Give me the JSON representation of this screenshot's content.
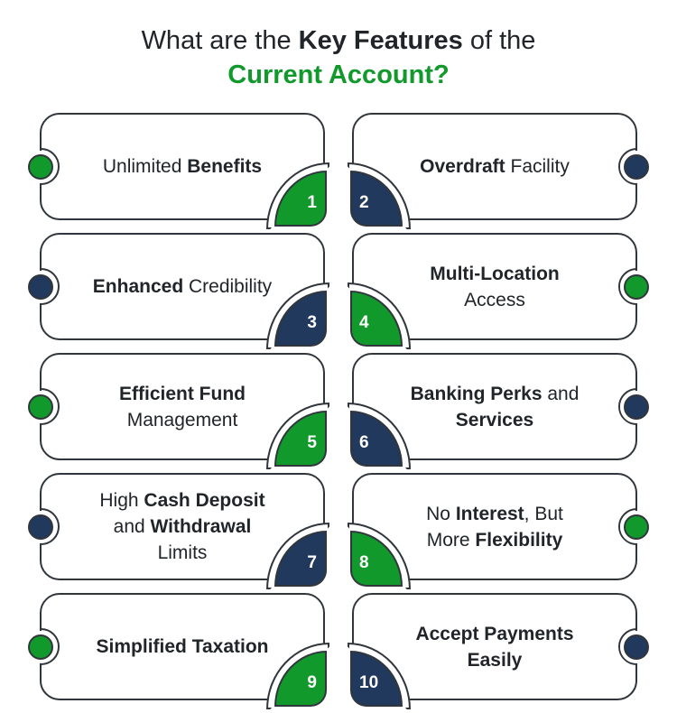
{
  "title": {
    "line1_segments": [
      {
        "text": "What are the ",
        "bold": false
      },
      {
        "text": "Key Features",
        "bold": true
      },
      {
        "text": " of the",
        "bold": false
      }
    ],
    "line2": "Current Account?"
  },
  "colors": {
    "green": "#12992c",
    "navy": "#21395c",
    "outline": "#31363c",
    "text": "#212529",
    "background": "#ffffff",
    "number_text": "#ffffff"
  },
  "cards": [
    {
      "number": "1",
      "accent": "green",
      "lines": [
        [
          {
            "text": "Unlimited ",
            "bold": false
          },
          {
            "text": "Benefits",
            "bold": true
          }
        ]
      ]
    },
    {
      "number": "2",
      "accent": "navy",
      "lines": [
        [
          {
            "text": "Overdraft",
            "bold": true
          },
          {
            "text": " Facility",
            "bold": false
          }
        ]
      ]
    },
    {
      "number": "3",
      "accent": "navy",
      "lines": [
        [
          {
            "text": "Enhanced",
            "bold": true
          },
          {
            "text": " Credibility",
            "bold": false
          }
        ]
      ]
    },
    {
      "number": "4",
      "accent": "green",
      "lines": [
        [
          {
            "text": "Multi-Location",
            "bold": true
          }
        ],
        [
          {
            "text": "Access",
            "bold": false
          }
        ]
      ]
    },
    {
      "number": "5",
      "accent": "green",
      "lines": [
        [
          {
            "text": "Efficient Fund",
            "bold": true
          }
        ],
        [
          {
            "text": "Management",
            "bold": false
          }
        ]
      ]
    },
    {
      "number": "6",
      "accent": "navy",
      "lines": [
        [
          {
            "text": "Banking Perks",
            "bold": true
          },
          {
            "text": " and",
            "bold": false
          }
        ],
        [
          {
            "text": "Services",
            "bold": true
          }
        ]
      ]
    },
    {
      "number": "7",
      "accent": "navy",
      "lines": [
        [
          {
            "text": "High ",
            "bold": false
          },
          {
            "text": "Cash Deposit",
            "bold": true
          }
        ],
        [
          {
            "text": "and ",
            "bold": false
          },
          {
            "text": "Withdrawal",
            "bold": true
          }
        ],
        [
          {
            "text": "Limits",
            "bold": false
          }
        ]
      ]
    },
    {
      "number": "8",
      "accent": "green",
      "lines": [
        [
          {
            "text": "No ",
            "bold": false
          },
          {
            "text": "Interest",
            "bold": true
          },
          {
            "text": ", But",
            "bold": false
          }
        ],
        [
          {
            "text": "More ",
            "bold": false
          },
          {
            "text": "Flexibility",
            "bold": true
          }
        ]
      ]
    },
    {
      "number": "9",
      "accent": "green",
      "lines": [
        [
          {
            "text": "Simplified Taxation",
            "bold": true
          }
        ]
      ]
    },
    {
      "number": "10",
      "accent": "navy",
      "lines": [
        [
          {
            "text": "Accept Payments",
            "bold": true
          }
        ],
        [
          {
            "text": "Easily",
            "bold": true
          }
        ]
      ]
    }
  ]
}
